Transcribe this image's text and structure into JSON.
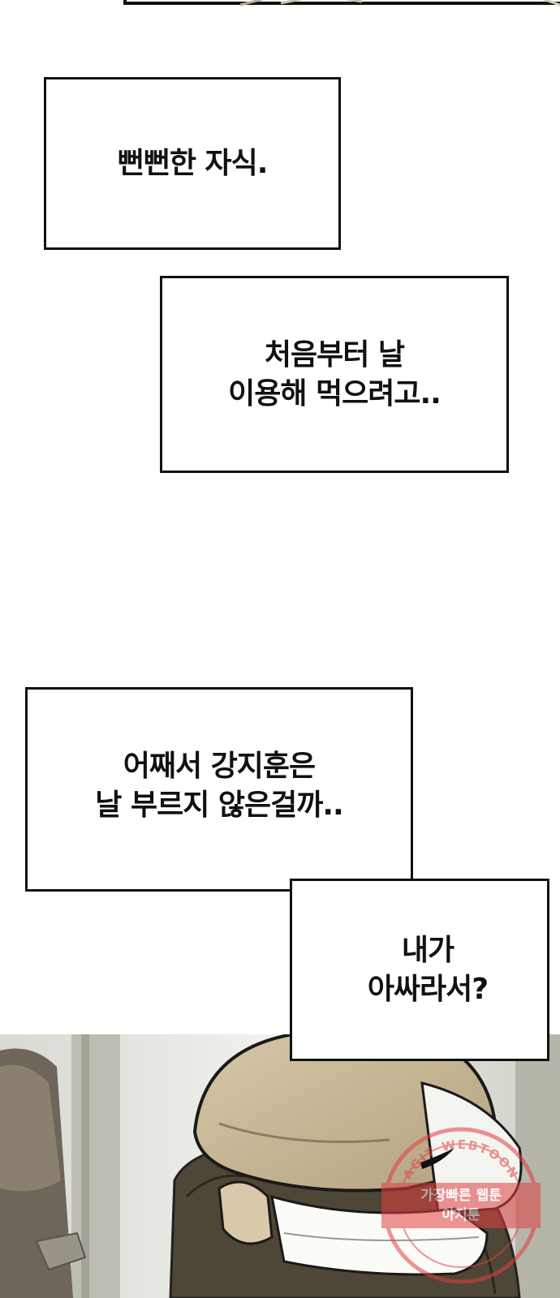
{
  "captions": {
    "caption1": {
      "lines": [
        "뻔뻔한 자식."
      ]
    },
    "caption2": {
      "lines": [
        "처음부터 날",
        "이용해 먹으려고.."
      ]
    },
    "caption3": {
      "lines": [
        "어째서 강지훈은",
        "날 부르지 않은걸까.."
      ]
    },
    "caption4": {
      "lines": [
        "내가",
        "아싸라서?"
      ]
    }
  },
  "watermark": {
    "ring_text": "AGIT WEBTOON",
    "line1": "가장빠른 웹툰",
    "line2": "아지툰",
    "color": "#e04040"
  },
  "colors": {
    "cap": "#c9b89a",
    "jacket": "#4e4636",
    "background_wall": "#e8e8e4",
    "door": "#b7b7ad"
  }
}
